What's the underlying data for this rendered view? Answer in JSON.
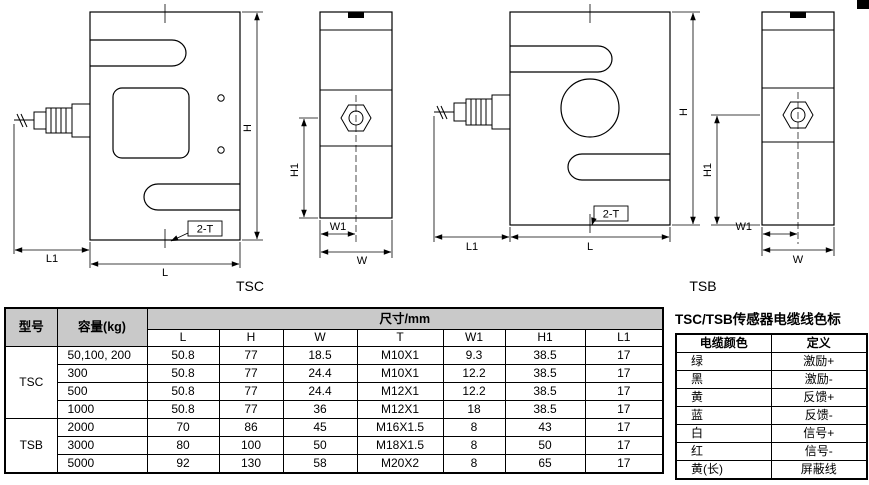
{
  "drawings": {
    "tsc_label": "TSC",
    "tsb_label": "TSB",
    "dims": {
      "H": "H",
      "H1": "H1",
      "L": "L",
      "L1": "L1",
      "W": "W",
      "W1": "W1",
      "T": "2-T"
    }
  },
  "dim_table": {
    "headers": {
      "model": "型号",
      "capacity": "容量(kg)",
      "size": "尺寸/mm"
    },
    "size_cols": [
      "L",
      "H",
      "W",
      "T",
      "W1",
      "H1",
      "L1"
    ],
    "groups": [
      {
        "model": "TSC",
        "rows": [
          {
            "capacity": "50,100, 200",
            "values": [
              "50.8",
              "77",
              "18.5",
              "M10X1",
              "9.3",
              "38.5",
              "17"
            ]
          },
          {
            "capacity": "300",
            "values": [
              "50.8",
              "77",
              "24.4",
              "M10X1",
              "12.2",
              "38.5",
              "17"
            ]
          },
          {
            "capacity": "500",
            "values": [
              "50.8",
              "77",
              "24.4",
              "M12X1",
              "12.2",
              "38.5",
              "17"
            ]
          },
          {
            "capacity": "1000",
            "values": [
              "50.8",
              "77",
              "36",
              "M12X1",
              "18",
              "38.5",
              "17"
            ]
          }
        ]
      },
      {
        "model": "TSB",
        "rows": [
          {
            "capacity": "2000",
            "values": [
              "70",
              "86",
              "45",
              "M16X1.5",
              "8",
              "43",
              "17"
            ]
          },
          {
            "capacity": "3000",
            "values": [
              "80",
              "100",
              "50",
              "M18X1.5",
              "8",
              "50",
              "17"
            ]
          },
          {
            "capacity": "5000",
            "values": [
              "92",
              "130",
              "58",
              "M20X2",
              "8",
              "65",
              "17"
            ]
          }
        ]
      }
    ]
  },
  "cable_table": {
    "title": "TSC/TSB传感器电缆线色标",
    "headers": [
      "电缆颜色",
      "定义"
    ],
    "rows": [
      [
        "绿",
        "激励+"
      ],
      [
        "黑",
        "激励-"
      ],
      [
        "黄",
        "反馈+"
      ],
      [
        "蓝",
        "反馈-"
      ],
      [
        "白",
        "信号+"
      ],
      [
        "红",
        "信号-"
      ],
      [
        "黄(长)",
        "屏蔽线"
      ]
    ]
  }
}
